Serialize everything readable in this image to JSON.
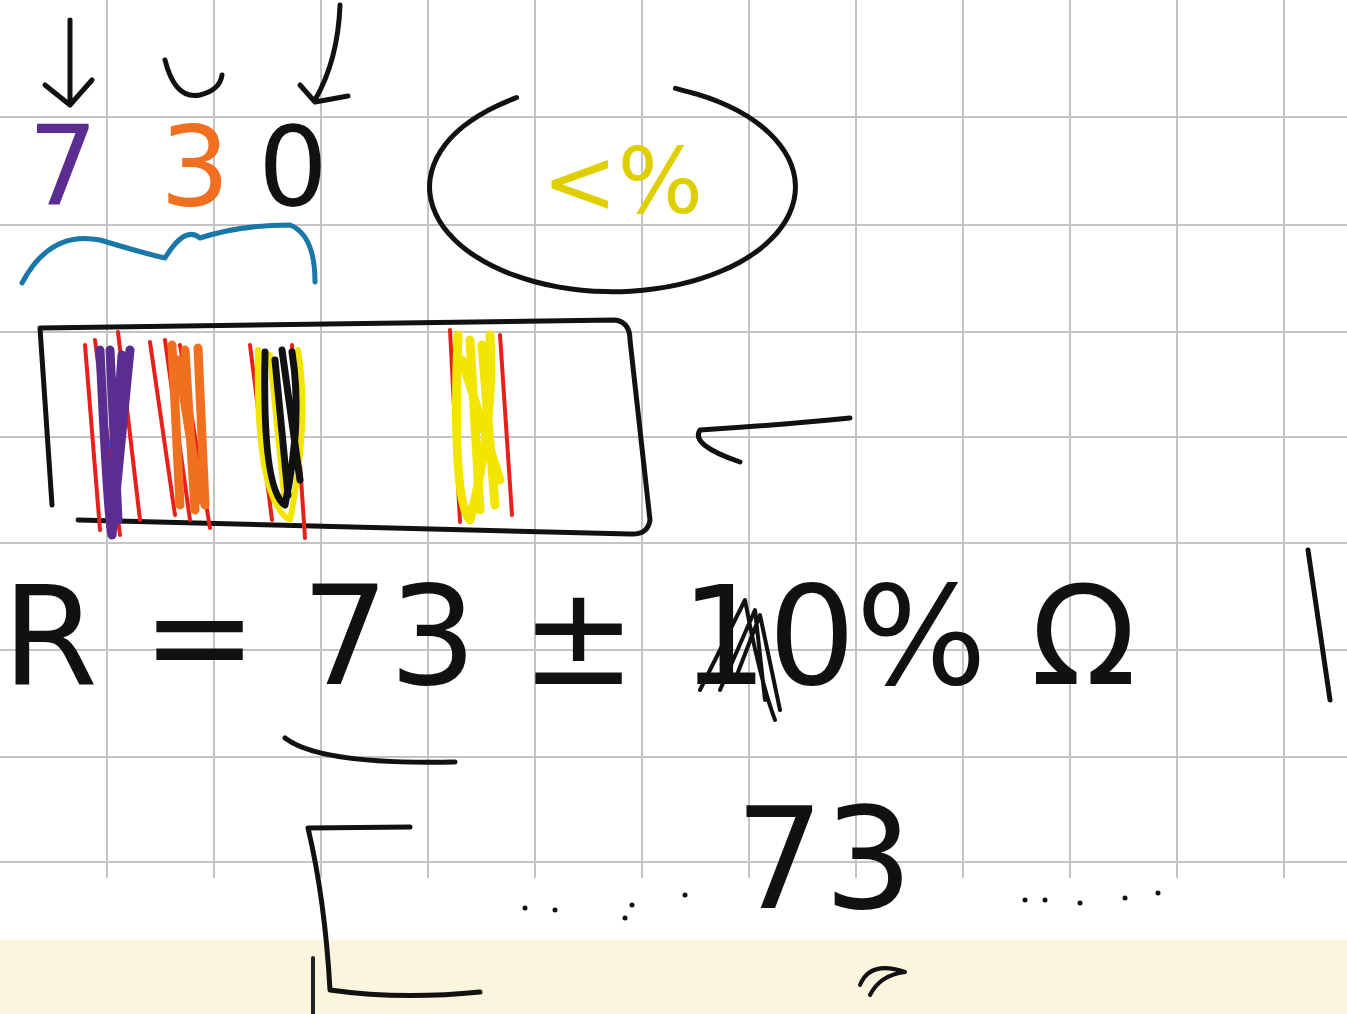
{
  "diagram": {
    "nodes": [
      {
        "text": [
          "<%"
        ]
      }
    ],
    "labels": [
      "7",
      "3",
      "0",
      "R = 73 ± 10% Ω",
      "73"
    ]
  }
}
